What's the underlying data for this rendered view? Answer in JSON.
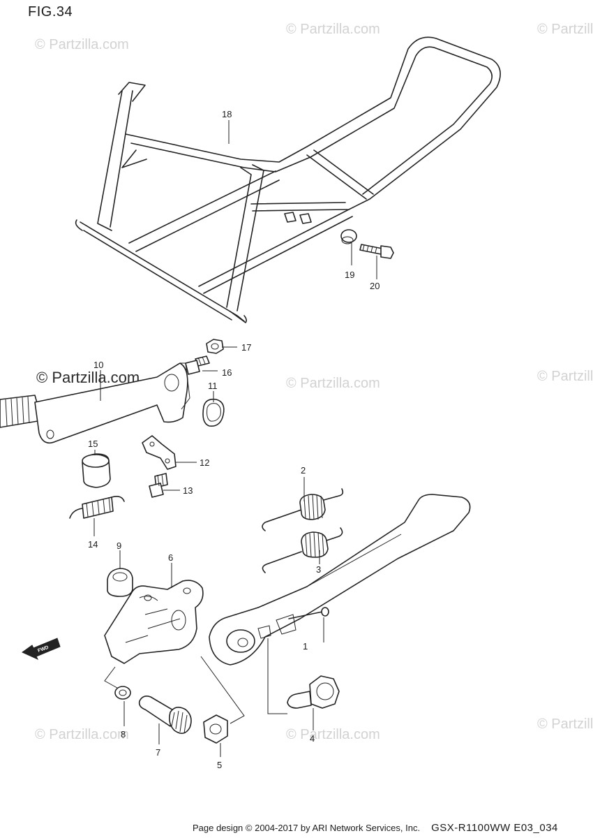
{
  "figure": {
    "title": "FIG.34"
  },
  "watermark": {
    "text": "© Partzilla.com",
    "main_text": "© Partzilla.com"
  },
  "callouts": [
    {
      "id": "1",
      "text": "1"
    },
    {
      "id": "2",
      "text": "2"
    },
    {
      "id": "3",
      "text": "3"
    },
    {
      "id": "4",
      "text": "4"
    },
    {
      "id": "5",
      "text": "5"
    },
    {
      "id": "6",
      "text": "6"
    },
    {
      "id": "7",
      "text": "7"
    },
    {
      "id": "8",
      "text": "8"
    },
    {
      "id": "9",
      "text": "9"
    },
    {
      "id": "10",
      "text": "10"
    },
    {
      "id": "11",
      "text": "11"
    },
    {
      "id": "12",
      "text": "12"
    },
    {
      "id": "13",
      "text": "13"
    },
    {
      "id": "14",
      "text": "14"
    },
    {
      "id": "15",
      "text": "15"
    },
    {
      "id": "16",
      "text": "16"
    },
    {
      "id": "17",
      "text": "17"
    },
    {
      "id": "18",
      "text": "18"
    },
    {
      "id": "19",
      "text": "19"
    },
    {
      "id": "20",
      "text": "20"
    }
  ],
  "fwd_arrow": {
    "text": "FWD"
  },
  "footer": {
    "copyright": "Page design © 2004-2017 by ARI Network Services, Inc.",
    "model_code": "GSX-R1100WW  E03_034"
  }
}
